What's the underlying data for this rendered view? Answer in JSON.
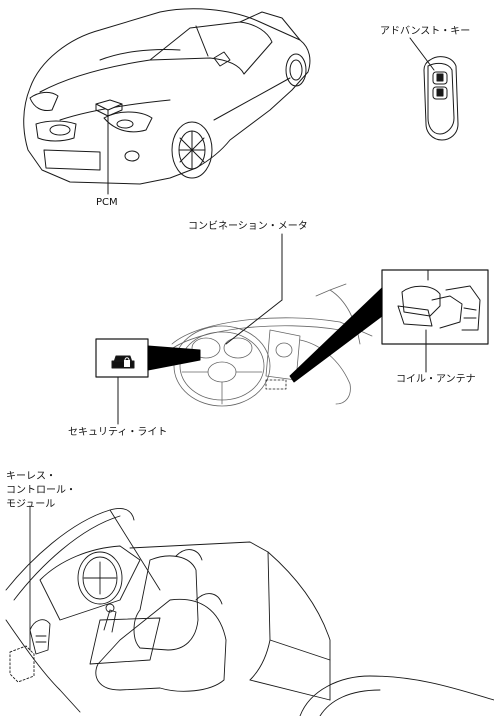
{
  "labels": {
    "pcm": "PCM",
    "advanced_key": "アドバンスト・キー",
    "combination_meter": "コンビネーション・メータ",
    "coil_antenna": "コイル・アンテナ",
    "security_light": "セキュリティ・ライト",
    "keyless_module": [
      "キーレス・",
      "コントロール・",
      "モジュール"
    ]
  },
  "colors": {
    "line": "#1a1a1a",
    "fill": "#ffffff",
    "accent": "#000000"
  }
}
